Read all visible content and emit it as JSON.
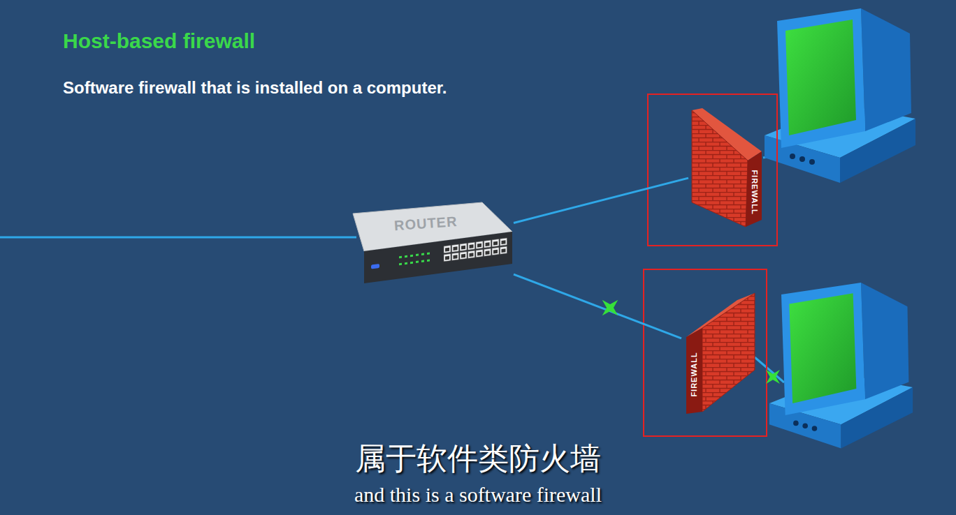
{
  "diagram": {
    "title": "Host-based firewall",
    "nodes": [
      {
        "text": [
          "ROUTER"
        ]
      },
      {
        "text": [
          "FIREWALL"
        ]
      },
      {
        "text": [
          "FIREWALL"
        ]
      }
    ],
    "edges": [
      {
        "from": 0,
        "to": 1,
        "arrow": "none"
      },
      {
        "from": 0,
        "to": 2,
        "arrow": "none"
      }
    ],
    "labels": [
      "Software firewall that is installed on a computer.",
      "属于软件类防火墙",
      "and this is a software firewall"
    ]
  }
}
